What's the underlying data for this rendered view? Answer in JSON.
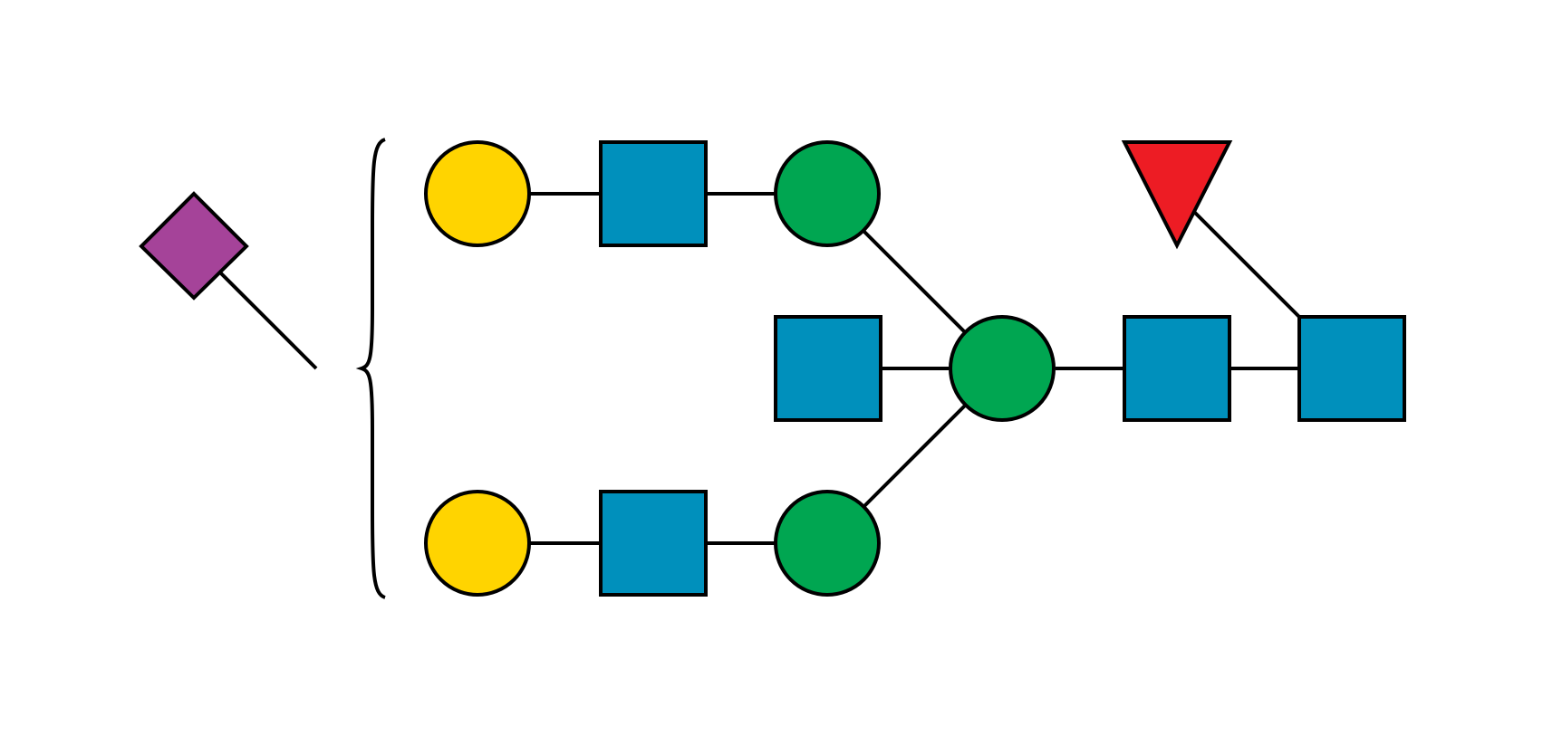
{
  "legend_colors": {
    "galactose": "#FFD400",
    "n_acetylglucosamine": "#0090BC",
    "mannose": "#00A651",
    "fucose": "#ED1C24",
    "sialic_acid": "#A54399",
    "outline": "#000000",
    "background": "#FFFFFF"
  },
  "residues": [
    {
      "id": "gal-1",
      "shape": "circle",
      "type": "galactose",
      "symbol": "yellow-circle-icon"
    },
    {
      "id": "glcnac-1",
      "shape": "square",
      "type": "n_acetylglucosamine",
      "symbol": "blue-square-icon"
    },
    {
      "id": "man-1",
      "shape": "circle",
      "type": "mannose",
      "symbol": "green-circle-icon"
    },
    {
      "id": "gal-2",
      "shape": "circle",
      "type": "galactose",
      "symbol": "yellow-circle-icon"
    },
    {
      "id": "glcnac-2",
      "shape": "square",
      "type": "n_acetylglucosamine",
      "symbol": "blue-square-icon"
    },
    {
      "id": "man-2",
      "shape": "circle",
      "type": "mannose",
      "symbol": "green-circle-icon"
    },
    {
      "id": "glcnac-bisect",
      "shape": "square",
      "type": "n_acetylglucosamine",
      "symbol": "blue-square-icon"
    },
    {
      "id": "man-core",
      "shape": "circle",
      "type": "mannose",
      "symbol": "green-circle-icon"
    },
    {
      "id": "glcnac-core-2",
      "shape": "square",
      "type": "n_acetylglucosamine",
      "symbol": "blue-square-icon"
    },
    {
      "id": "glcnac-core-1",
      "shape": "square",
      "type": "n_acetylglucosamine",
      "symbol": "blue-square-icon"
    },
    {
      "id": "fuc-core",
      "shape": "triangle",
      "type": "fucose",
      "symbol": "red-triangle-icon"
    },
    {
      "id": "neuac-floating",
      "shape": "diamond",
      "type": "sialic_acid",
      "symbol": "purple-diamond-icon"
    }
  ],
  "linkages": [
    {
      "from": "gal-1",
      "to": "glcnac-1"
    },
    {
      "from": "glcnac-1",
      "to": "man-1"
    },
    {
      "from": "man-1",
      "to": "man-core"
    },
    {
      "from": "gal-2",
      "to": "glcnac-2"
    },
    {
      "from": "glcnac-2",
      "to": "man-2"
    },
    {
      "from": "man-2",
      "to": "man-core"
    },
    {
      "from": "glcnac-bisect",
      "to": "man-core"
    },
    {
      "from": "man-core",
      "to": "glcnac-core-2"
    },
    {
      "from": "glcnac-core-2",
      "to": "glcnac-core-1"
    },
    {
      "from": "fuc-core",
      "to": "glcnac-core-1"
    },
    {
      "from": "neuac-floating",
      "to": "antenna-bracket"
    }
  ]
}
